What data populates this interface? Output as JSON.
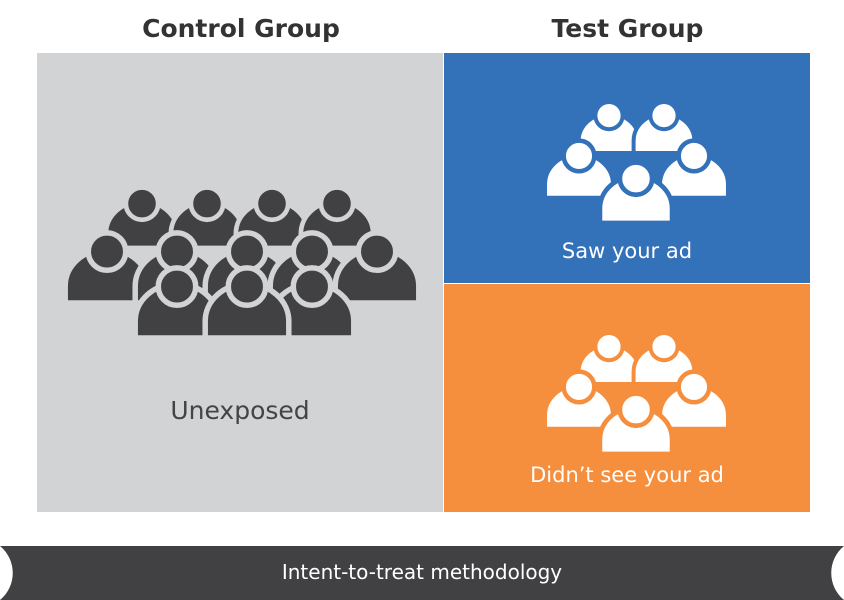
{
  "control_group": {
    "heading": "Control Group",
    "label": "Unexposed"
  },
  "test_group": {
    "heading": "Test Group",
    "exposed_label": "Saw your ad",
    "unexposed_label": "Didn’t see your ad"
  },
  "banner": {
    "text": "Intent-to-treat methodology"
  },
  "colors": {
    "control_panel": "#d1d3d4",
    "control_people": "#414042",
    "exposed_panel": "#3371b9",
    "unexposed_panel": "#f58e3d",
    "test_people": "#ffffff",
    "banner": "#414042"
  },
  "icons": {
    "control": "people-group-icon",
    "exposed": "people-group-icon",
    "unexposed": "people-group-icon"
  }
}
